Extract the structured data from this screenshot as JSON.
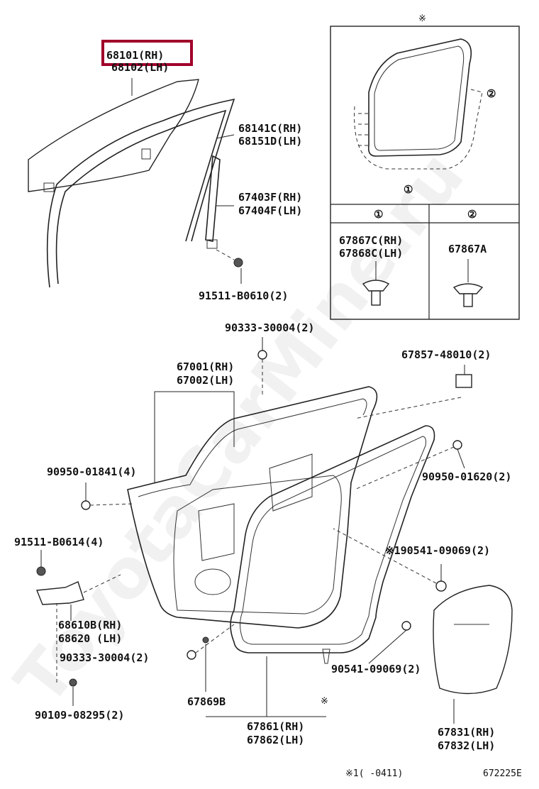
{
  "highlighted_part": "68101(RH)",
  "labels": {
    "glass_rh": "68101(RH)",
    "glass_lh": "68102(LH)",
    "run_rh": "68141C(RH)",
    "run_lh": "68151D(LH)",
    "sash_rh": "67403F(RH)",
    "sash_lh": "67404F(LH)",
    "bolt_sash": "91511-B0610(2)",
    "plug_top": "90333-30004(2)",
    "panel_rh": "67001(RH)",
    "panel_lh": "67002(LH)",
    "pad": "67857-48010(2)",
    "nut_left": "90950-01841(4)",
    "nut_right": "90950-01620(2)",
    "bolt_hinge": "91511-B0614(4)",
    "clip_right": "※190541-09069(2)",
    "hinge_rh": "68610B(RH)",
    "hinge_lh": "68620  (LH)",
    "plug_bottom": "90333-30004(2)",
    "clip_bottom": "90541-09069(2)",
    "seal_lower": "67869B",
    "bolt_bottom": "90109-08295(2)",
    "weather_rh": "67861(RH)",
    "weather_lh": "67862(LH)",
    "trim_rh": "67831(RH)",
    "trim_lh": "67832(LH)",
    "inset_asterisk": "※",
    "inset_callout_1": "①",
    "inset_callout_2": "②",
    "inset_col1_header": "①",
    "inset_col2_header": "②",
    "inset_col1_rh": "67867C(RH)",
    "inset_col1_lh": "67868C(LH)",
    "inset_col2_part": "67867A",
    "asterisk_mark": "※",
    "footnote": "※1(    -0411)",
    "diagram_code": "672225E",
    "watermark": "ToyotaCarMine.ru"
  }
}
